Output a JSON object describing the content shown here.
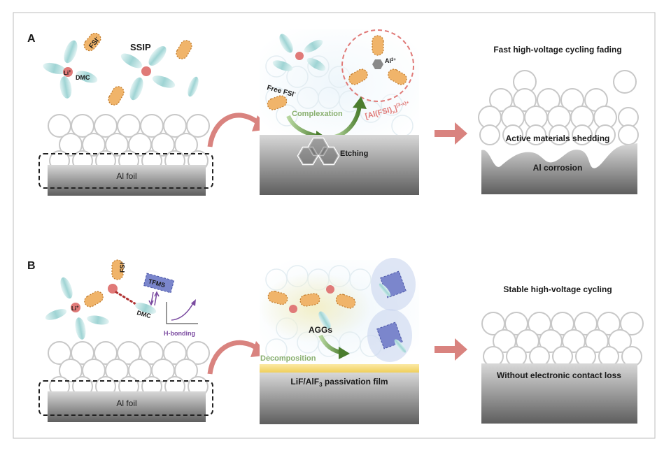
{
  "panel_a": {
    "letter": "A",
    "fsi_left": "FSI",
    "fsi_left_sup": "-",
    "ssip": "SSIP",
    "li": "Li",
    "li_sup": "+",
    "dmc": "DMC",
    "al_foil": "Al foil",
    "free_fsi": "Free FSI",
    "free_fsi_sup": "-",
    "al3": "Al",
    "al3_sup": "3+",
    "complexation": "Complexation",
    "complex_main": "[Al(FSI)",
    "complex_sub": "x",
    "complex_bracket": "]",
    "complex_sup": "(3-x)+",
    "etching": "Etching",
    "result_title": "Fast high-voltage cycling fading",
    "shedding": "Active materials shedding",
    "corrosion": "Al corrosion"
  },
  "panel_b": {
    "letter": "B",
    "fsi": "FSI",
    "fsi_sup": "-",
    "tfms": "TFMS",
    "li": "Li",
    "li_sup": "+",
    "dmc": "DMC",
    "h_bonding": "H-bonding",
    "al_foil": "Al foil",
    "aggs": "AGGs",
    "decomposition": "Decomposition",
    "film_pre": "LiF/AlF",
    "film_sub": "3",
    "film_post": " passivation film",
    "result_title": "Stable high-voltage cycling",
    "no_loss": "Without electronic contact loss"
  },
  "colors": {
    "fsi_fill": "#f0b46a",
    "fsi_stroke": "#c07a2a",
    "li_fill": "#e07a78",
    "dmc_fill": "#9fd4d4",
    "sphere_stroke": "#c8c8c8",
    "arrow_red": "#d9837f",
    "complex_red": "#e07a78",
    "green_arrow": "#5a8a3a",
    "purple": "#7a4aa0",
    "passivation": "#f3d46a",
    "tfms_blue": "#7b86cc"
  }
}
